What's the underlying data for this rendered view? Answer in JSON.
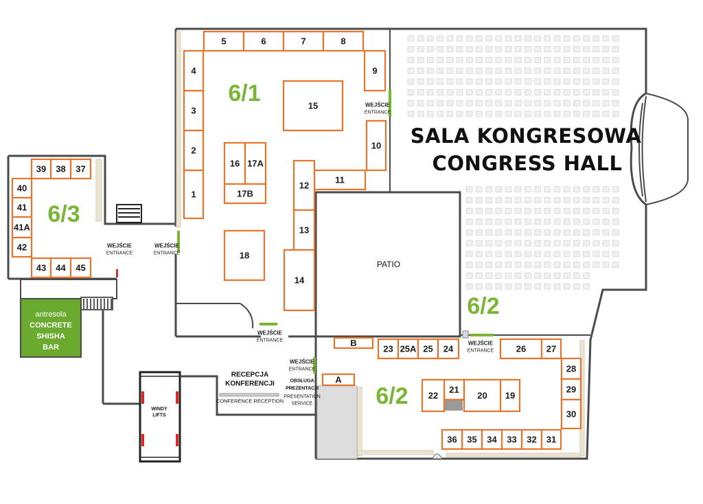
{
  "hall": {
    "line1": "SALA KONGRESOWA",
    "line2": "CONGRESS HALL"
  },
  "zones": {
    "z61": "6/1",
    "z62_top": "6/2",
    "z62_bottom": "6/2",
    "z63": "6/3"
  },
  "patio": "PATIO",
  "entrance": {
    "pl": "WEJŚCIE",
    "en": "ENTRANCE"
  },
  "reception": {
    "line1": "RECEPCJA",
    "line2": "KONFERENCJI",
    "en": "CONFERENCE RECEPTION"
  },
  "presentation": {
    "line1": "OBSŁUGA",
    "line2": "PREZENTACJI",
    "en1": "PRESENTATION",
    "en2": "SERVICE"
  },
  "lifts": {
    "line1": "WINDY",
    "line2": "LIFTS"
  },
  "bar": {
    "line1": "antresola",
    "line2": "CONCRETE",
    "line3": "SHISHA",
    "line4": "BAR"
  },
  "booths": [
    "1",
    "2",
    "3",
    "4",
    "5",
    "6",
    "7",
    "8",
    "9",
    "10",
    "11",
    "12",
    "13",
    "14",
    "15",
    "16",
    "17A",
    "17B",
    "18",
    "19",
    "20",
    "21",
    "22",
    "23",
    "25A",
    "25",
    "24",
    "26",
    "27",
    "28",
    "29",
    "30",
    "31",
    "32",
    "33",
    "34",
    "35",
    "36",
    "37",
    "38",
    "39",
    "40",
    "41",
    "41A",
    "42",
    "43",
    "44",
    "45",
    "A",
    "B"
  ],
  "colors": {
    "booth_border": "#e8732a",
    "zone_green": "#7ab634",
    "wall": "#4a4a4a",
    "bar_bg": "#6aaa2e"
  }
}
